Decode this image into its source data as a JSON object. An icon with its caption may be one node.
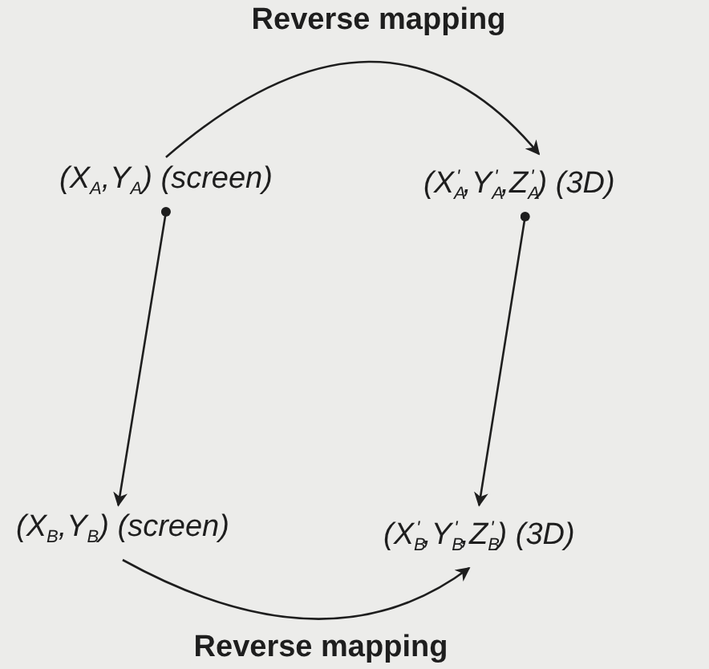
{
  "diagram": {
    "nodes": [
      {
        "text": [
          "(X$_{A}$,Y$_{A}$) (screen)"
        ]
      },
      {
        "text": [
          "(X$_{A}$$^{'}$,Y$_{A}$$^{'}$,Z$_{A}$$^{'}$) (3D)"
        ]
      },
      {
        "text": [
          "(X$_{B}$,Y$_{B}$) (screen)"
        ]
      },
      {
        "text": [
          "(X$_{B}$$^{'}$,Y$_{B}$$^{'}$,Z$_{B}$$^{'}$) (3D)"
        ]
      }
    ],
    "edges": [
      {
        "from": 0,
        "to": 1,
        "arrow": "to",
        "label": "Reverse mapping"
      },
      {
        "from": 0,
        "to": 2,
        "arrow": "to"
      },
      {
        "from": 1,
        "to": 3,
        "arrow": "to"
      },
      {
        "from": 2,
        "to": 3,
        "arrow": "to",
        "label": "Reverse mapping"
      }
    ]
  }
}
